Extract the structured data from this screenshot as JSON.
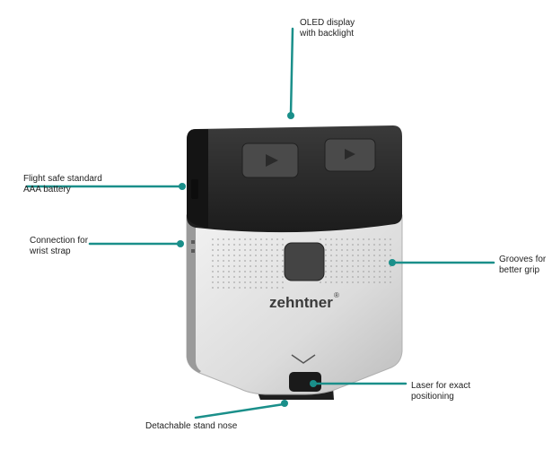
{
  "colors": {
    "accent": "#1a8f8a",
    "body_dark": "#2b2b2b",
    "body_silver": "#e3e3e3"
  },
  "device": {
    "brand": "zehntner",
    "brand_mark": "®"
  },
  "callouts": {
    "oled": "OLED display\nwith backlight",
    "battery": "Flight safe standard\nAAA battery",
    "strap": "Connection for\nwrist strap",
    "grooves": "Grooves for\nbetter grip",
    "laser": "Laser for exact\npositioning",
    "nose": "Detachable stand nose"
  }
}
